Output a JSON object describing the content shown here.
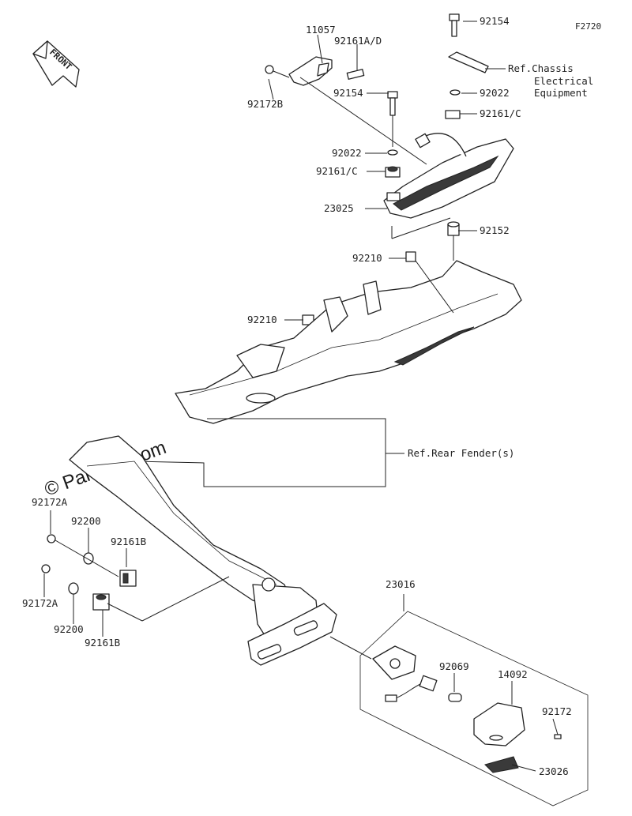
{
  "figure_number": "F2720",
  "front_label": "FRONT",
  "watermark": "© Partzilla.com",
  "callouts": {
    "11057": "11057",
    "92161ad": "92161A/D",
    "92172b": "92172B",
    "92154_top": "92154",
    "ref_chassis_1": "Ref.Chassis",
    "ref_chassis_2": "Electrical",
    "ref_chassis_3": "Equipment",
    "92022_right": "92022",
    "92161c_right": "92161/C",
    "92154_mid": "92154",
    "92022_left": "92022",
    "92161c_left": "92161/C",
    "23025": "23025",
    "92152": "92152",
    "92210_top": "92210",
    "92210_mid": "92210",
    "ref_rear_fender": "Ref.Rear Fender(s)",
    "92172a_top": "92172A",
    "92200_top": "92200",
    "92161b_top": "92161B",
    "92172a_bottom": "92172A",
    "92200_bottom": "92200",
    "92161b_bottom": "92161B",
    "23016": "23016",
    "92069": "92069",
    "14092": "14092",
    "92172": "92172",
    "23026": "23026"
  }
}
